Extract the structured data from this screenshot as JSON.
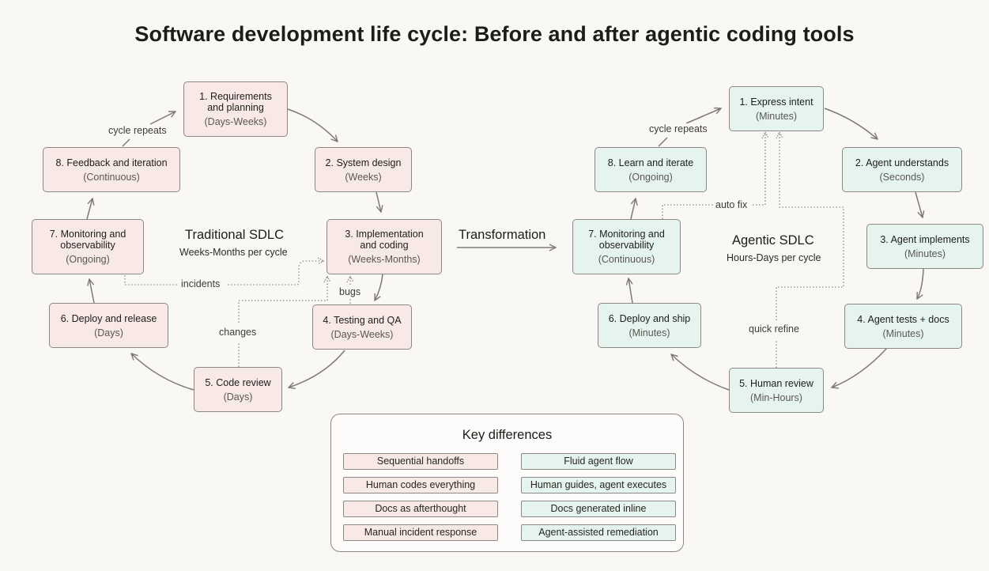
{
  "title": "Software development life cycle: Before and after agentic coding tools",
  "traditional": {
    "title": "Traditional SDLC",
    "subtitle": "Weeks-Months per cycle",
    "nodes": [
      {
        "name": "1. Requirements and planning",
        "line1": "1. Requirements",
        "line2": "and planning",
        "duration": "(Days-Weeks)"
      },
      {
        "name": "2. System design",
        "line1": "2. System design",
        "line2": "",
        "duration": "(Weeks)"
      },
      {
        "name": "3. Implementation and coding",
        "line1": "3. Implementation",
        "line2": "and coding",
        "duration": "(Weeks-Months)"
      },
      {
        "name": "4. Testing and QA",
        "line1": "4. Testing and QA",
        "line2": "",
        "duration": "(Days-Weeks)"
      },
      {
        "name": "5. Code review",
        "line1": "5. Code review",
        "line2": "",
        "duration": "(Days)"
      },
      {
        "name": "6. Deploy and release",
        "line1": "6. Deploy and release",
        "line2": "",
        "duration": "(Days)"
      },
      {
        "name": "7. Monitoring and observability",
        "line1": "7. Monitoring and",
        "line2": "observability",
        "duration": "(Ongoing)"
      },
      {
        "name": "8. Feedback and iteration",
        "line1": "8. Feedback and iteration",
        "line2": "",
        "duration": "(Continuous)"
      }
    ],
    "labels": {
      "cycle": "cycle repeats",
      "incidents": "incidents",
      "changes": "changes",
      "bugs": "bugs"
    }
  },
  "transformation_label": "Transformation",
  "agentic": {
    "title": "Agentic SDLC",
    "subtitle": "Hours-Days per cycle",
    "nodes": [
      {
        "name": "1. Express intent",
        "line1": "1. Express intent",
        "line2": "",
        "duration": "(Minutes)"
      },
      {
        "name": "2. Agent understands",
        "line1": "2. Agent understands",
        "line2": "",
        "duration": "(Seconds)"
      },
      {
        "name": "3. Agent implements",
        "line1": "3. Agent implements",
        "line2": "",
        "duration": "(Minutes)"
      },
      {
        "name": "4. Agent tests + docs",
        "line1": "4. Agent tests + docs",
        "line2": "",
        "duration": "(Minutes)"
      },
      {
        "name": "5. Human review",
        "line1": "5. Human review",
        "line2": "",
        "duration": "(Min-Hours)"
      },
      {
        "name": "6. Deploy and ship",
        "line1": "6. Deploy and ship",
        "line2": "",
        "duration": "(Minutes)"
      },
      {
        "name": "7. Monitoring and observability",
        "line1": "7. Monitoring and",
        "line2": "observability",
        "duration": "(Continuous)"
      },
      {
        "name": "8. Learn and iterate",
        "line1": "8. Learn and iterate",
        "line2": "",
        "duration": "(Ongoing)"
      }
    ],
    "labels": {
      "cycle": "cycle repeats",
      "auto_fix": "auto fix",
      "quick_refine": "quick refine"
    }
  },
  "key_differences": {
    "title": "Key differences",
    "rows": [
      {
        "before": "Sequential handoffs",
        "after": "Fluid agent flow"
      },
      {
        "before": "Human codes everything",
        "after": "Human guides, agent executes"
      },
      {
        "before": "Docs as afterthought",
        "after": "Docs generated inline"
      },
      {
        "before": "Manual incident response",
        "after": "Agent-assisted remediation"
      }
    ]
  },
  "colors": {
    "traditional_fill": "#f9e9e6",
    "agentic_fill": "#e6f4ef",
    "border": "#8c8884",
    "arrow": "#7d7a76",
    "background": "#f9f8f5"
  }
}
